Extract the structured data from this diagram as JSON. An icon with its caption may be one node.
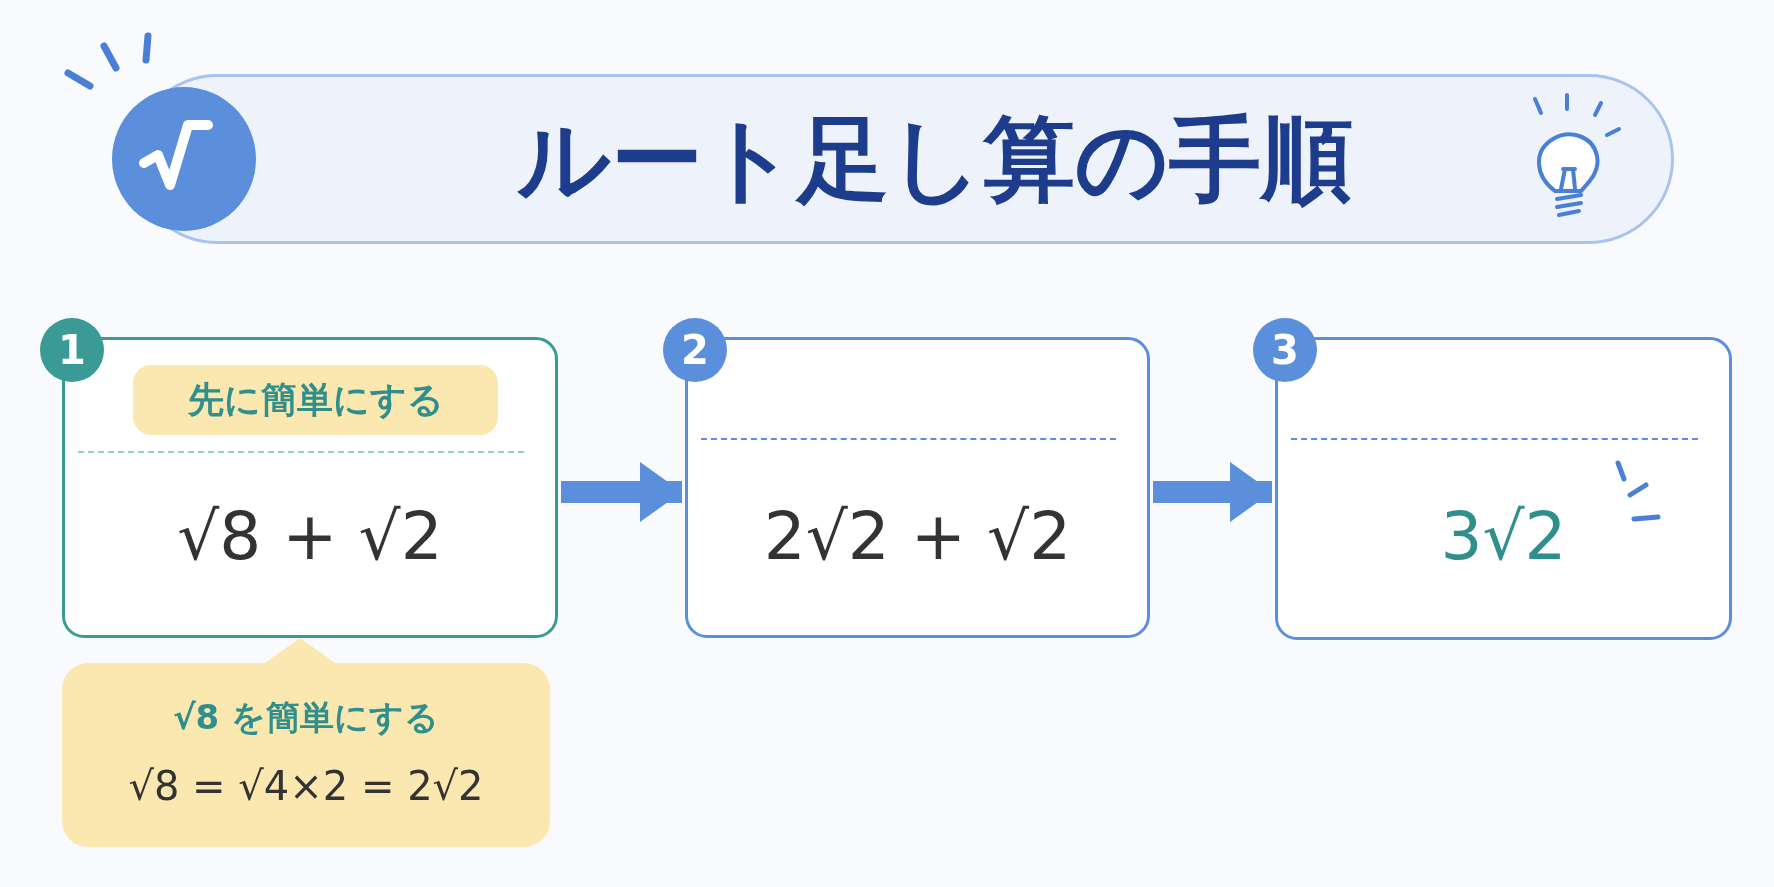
{
  "diagram": {
    "title": "ルート足し算の手順",
    "nodes": [
      {
        "text": [
          "1",
          "先に簡単にする",
          "√8 + √2"
        ]
      },
      {
        "text": [
          "2",
          "2√2 + √2"
        ]
      },
      {
        "text": [
          "3",
          "3√2"
        ]
      },
      {
        "text": [
          "√8 を簡単にする",
          "√8 = √4×2 = 2√2"
        ]
      }
    ],
    "edges": [
      {
        "from": 0,
        "to": 1,
        "arrow": "to"
      },
      {
        "from": 1,
        "to": 2,
        "arrow": "to"
      },
      {
        "from": 3,
        "to": 0,
        "arrow": "none"
      }
    ]
  }
}
